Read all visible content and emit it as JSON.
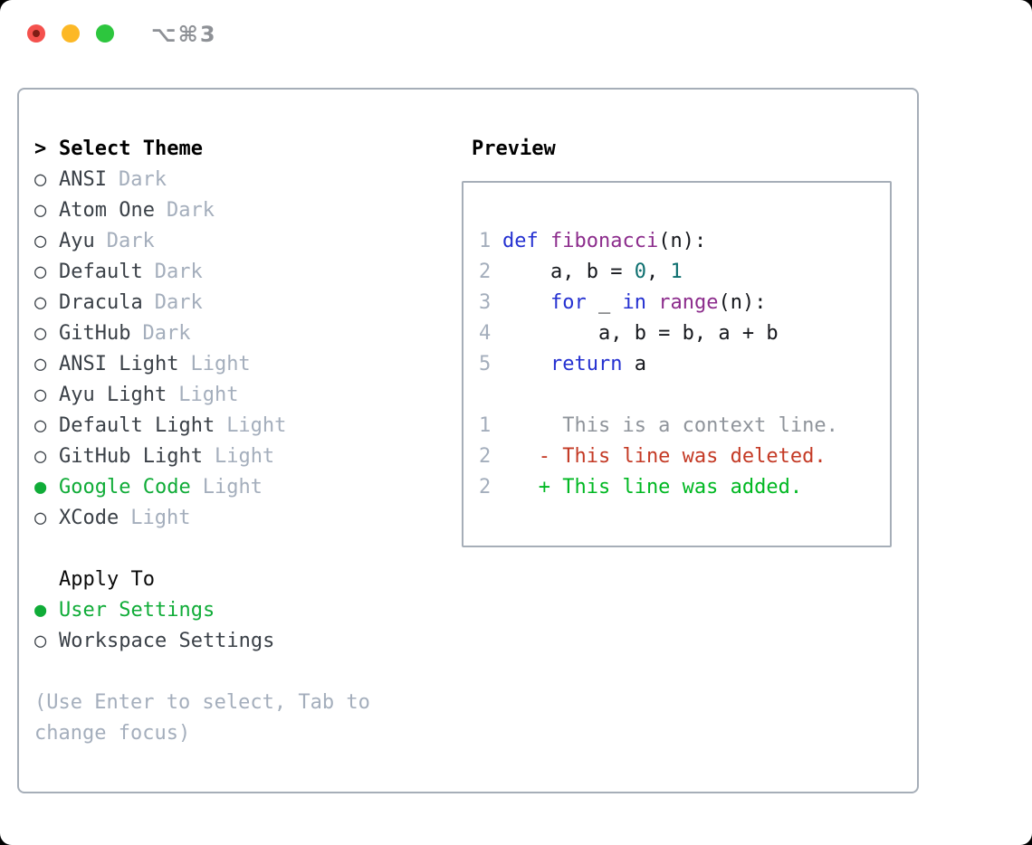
{
  "titlebar": {
    "title": "⌥⌘3"
  },
  "theme_panel": {
    "header": {
      "prefix": ">",
      "label": "Select Theme"
    },
    "icons": {
      "radio_unselected": "○",
      "radio_selected": "●"
    },
    "themes": [
      {
        "name": "ANSI",
        "variant": "Dark",
        "selected": false
      },
      {
        "name": "Atom One",
        "variant": "Dark",
        "selected": false
      },
      {
        "name": "Ayu",
        "variant": "Dark",
        "selected": false
      },
      {
        "name": "Default",
        "variant": "Dark",
        "selected": false
      },
      {
        "name": "Dracula",
        "variant": "Dark",
        "selected": false
      },
      {
        "name": "GitHub",
        "variant": "Dark",
        "selected": false
      },
      {
        "name": "ANSI Light",
        "variant": "Light",
        "selected": false
      },
      {
        "name": "Ayu Light",
        "variant": "Light",
        "selected": false
      },
      {
        "name": "Default Light",
        "variant": "Light",
        "selected": false
      },
      {
        "name": "GitHub Light",
        "variant": "Light",
        "selected": false
      },
      {
        "name": "Google Code",
        "variant": "Light",
        "selected": true
      },
      {
        "name": "XCode",
        "variant": "Light",
        "selected": false
      }
    ],
    "apply_to": {
      "label": "Apply To",
      "options": [
        {
          "name": "User Settings",
          "selected": true
        },
        {
          "name": "Workspace Settings",
          "selected": false
        }
      ]
    },
    "help_lines": [
      "(Use Enter to select, Tab to",
      "change focus)"
    ]
  },
  "preview": {
    "label": "Preview",
    "code_lines": [
      {
        "num": "1",
        "segments": [
          [
            "kw",
            "def"
          ],
          [
            "pl",
            " "
          ],
          [
            "fn",
            "fibonacci"
          ],
          [
            "pl",
            "(n):"
          ]
        ]
      },
      {
        "num": "2",
        "segments": [
          [
            "pl",
            "    a, b = "
          ],
          [
            "lit",
            "0"
          ],
          [
            "pl",
            ", "
          ],
          [
            "lit",
            "1"
          ]
        ]
      },
      {
        "num": "3",
        "segments": [
          [
            "pl",
            "    "
          ],
          [
            "kw",
            "for"
          ],
          [
            "pl",
            " _ "
          ],
          [
            "kw",
            "in"
          ],
          [
            "pl",
            " "
          ],
          [
            "fn",
            "range"
          ],
          [
            "pl",
            "(n):"
          ]
        ]
      },
      {
        "num": "4",
        "segments": [
          [
            "pl",
            "        a, b = b, a + b"
          ]
        ]
      },
      {
        "num": "5",
        "segments": [
          [
            "pl",
            "    "
          ],
          [
            "kw",
            "return"
          ],
          [
            "pl",
            " a"
          ]
        ]
      }
    ],
    "diff_lines": [
      {
        "num": "1",
        "kind": "context",
        "text": "     This is a context line."
      },
      {
        "num": "2",
        "kind": "deleted",
        "text": "   - This line was deleted."
      },
      {
        "num": "2",
        "kind": "added",
        "text": "   + This line was added."
      }
    ]
  },
  "colors": {
    "traffic_red": "#f4514d",
    "traffic_yellow": "#fcb826",
    "traffic_green": "#2dc63e",
    "selected_green": "#10ac38",
    "muted_gray": "#a4aebc",
    "label_dark": "#3a4047",
    "border_gray": "#a6aeb8",
    "keyword_blue": "#2531d1",
    "function_purple": "#8c2c8c",
    "literal_teal": "#0d6f6f",
    "diff_red": "#c43a25",
    "diff_green": "#00b822"
  }
}
